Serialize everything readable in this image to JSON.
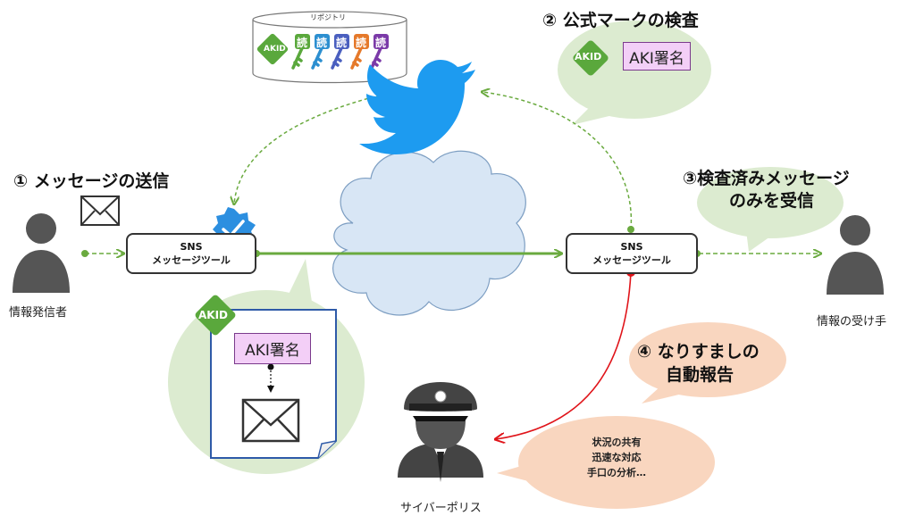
{
  "repository": {
    "label": "リポジトリ",
    "akid": "AKID",
    "keys": [
      {
        "label": "読",
        "color": "#5aa83c"
      },
      {
        "label": "読",
        "color": "#2c8fd0"
      },
      {
        "label": "読",
        "color": "#4a5fbf"
      },
      {
        "label": "読",
        "color": "#e5792a"
      },
      {
        "label": "読",
        "color": "#7b3aa8"
      }
    ]
  },
  "steps": {
    "step1": "① メッセージの送信",
    "step2": "② 公式マークの検査",
    "step3_line1": "③検査済みメッセージ",
    "step3_line2": "のみを受信",
    "step4_line1": "④ なりすましの",
    "step4_line2": "自動報告"
  },
  "sender_tool": {
    "line1": "SNS",
    "line2": "メッセージツール"
  },
  "receiver_tool": {
    "line1": "SNS",
    "line2": "メッセージツール"
  },
  "signature": {
    "akid": "AKID",
    "text": "AKI署名"
  },
  "check_badge": {
    "akid": "AKID",
    "text": "AKI署名"
  },
  "people": {
    "sender": "情報発信者",
    "receiver": "情報の受け手",
    "police": "サイバーポリス"
  },
  "police_bubble": {
    "line1": "状況の共有",
    "line2": "迅速な対応",
    "line3": "手口の分析…"
  },
  "colors": {
    "green": "#6aaa3f",
    "light_green": "#dcebd0",
    "light_orange": "#f9d6bf",
    "red": "#e0141a",
    "twitter_blue": "#1d9bf0",
    "cloud": "#d8e6f5",
    "akid_green": "#5aa83c"
  }
}
